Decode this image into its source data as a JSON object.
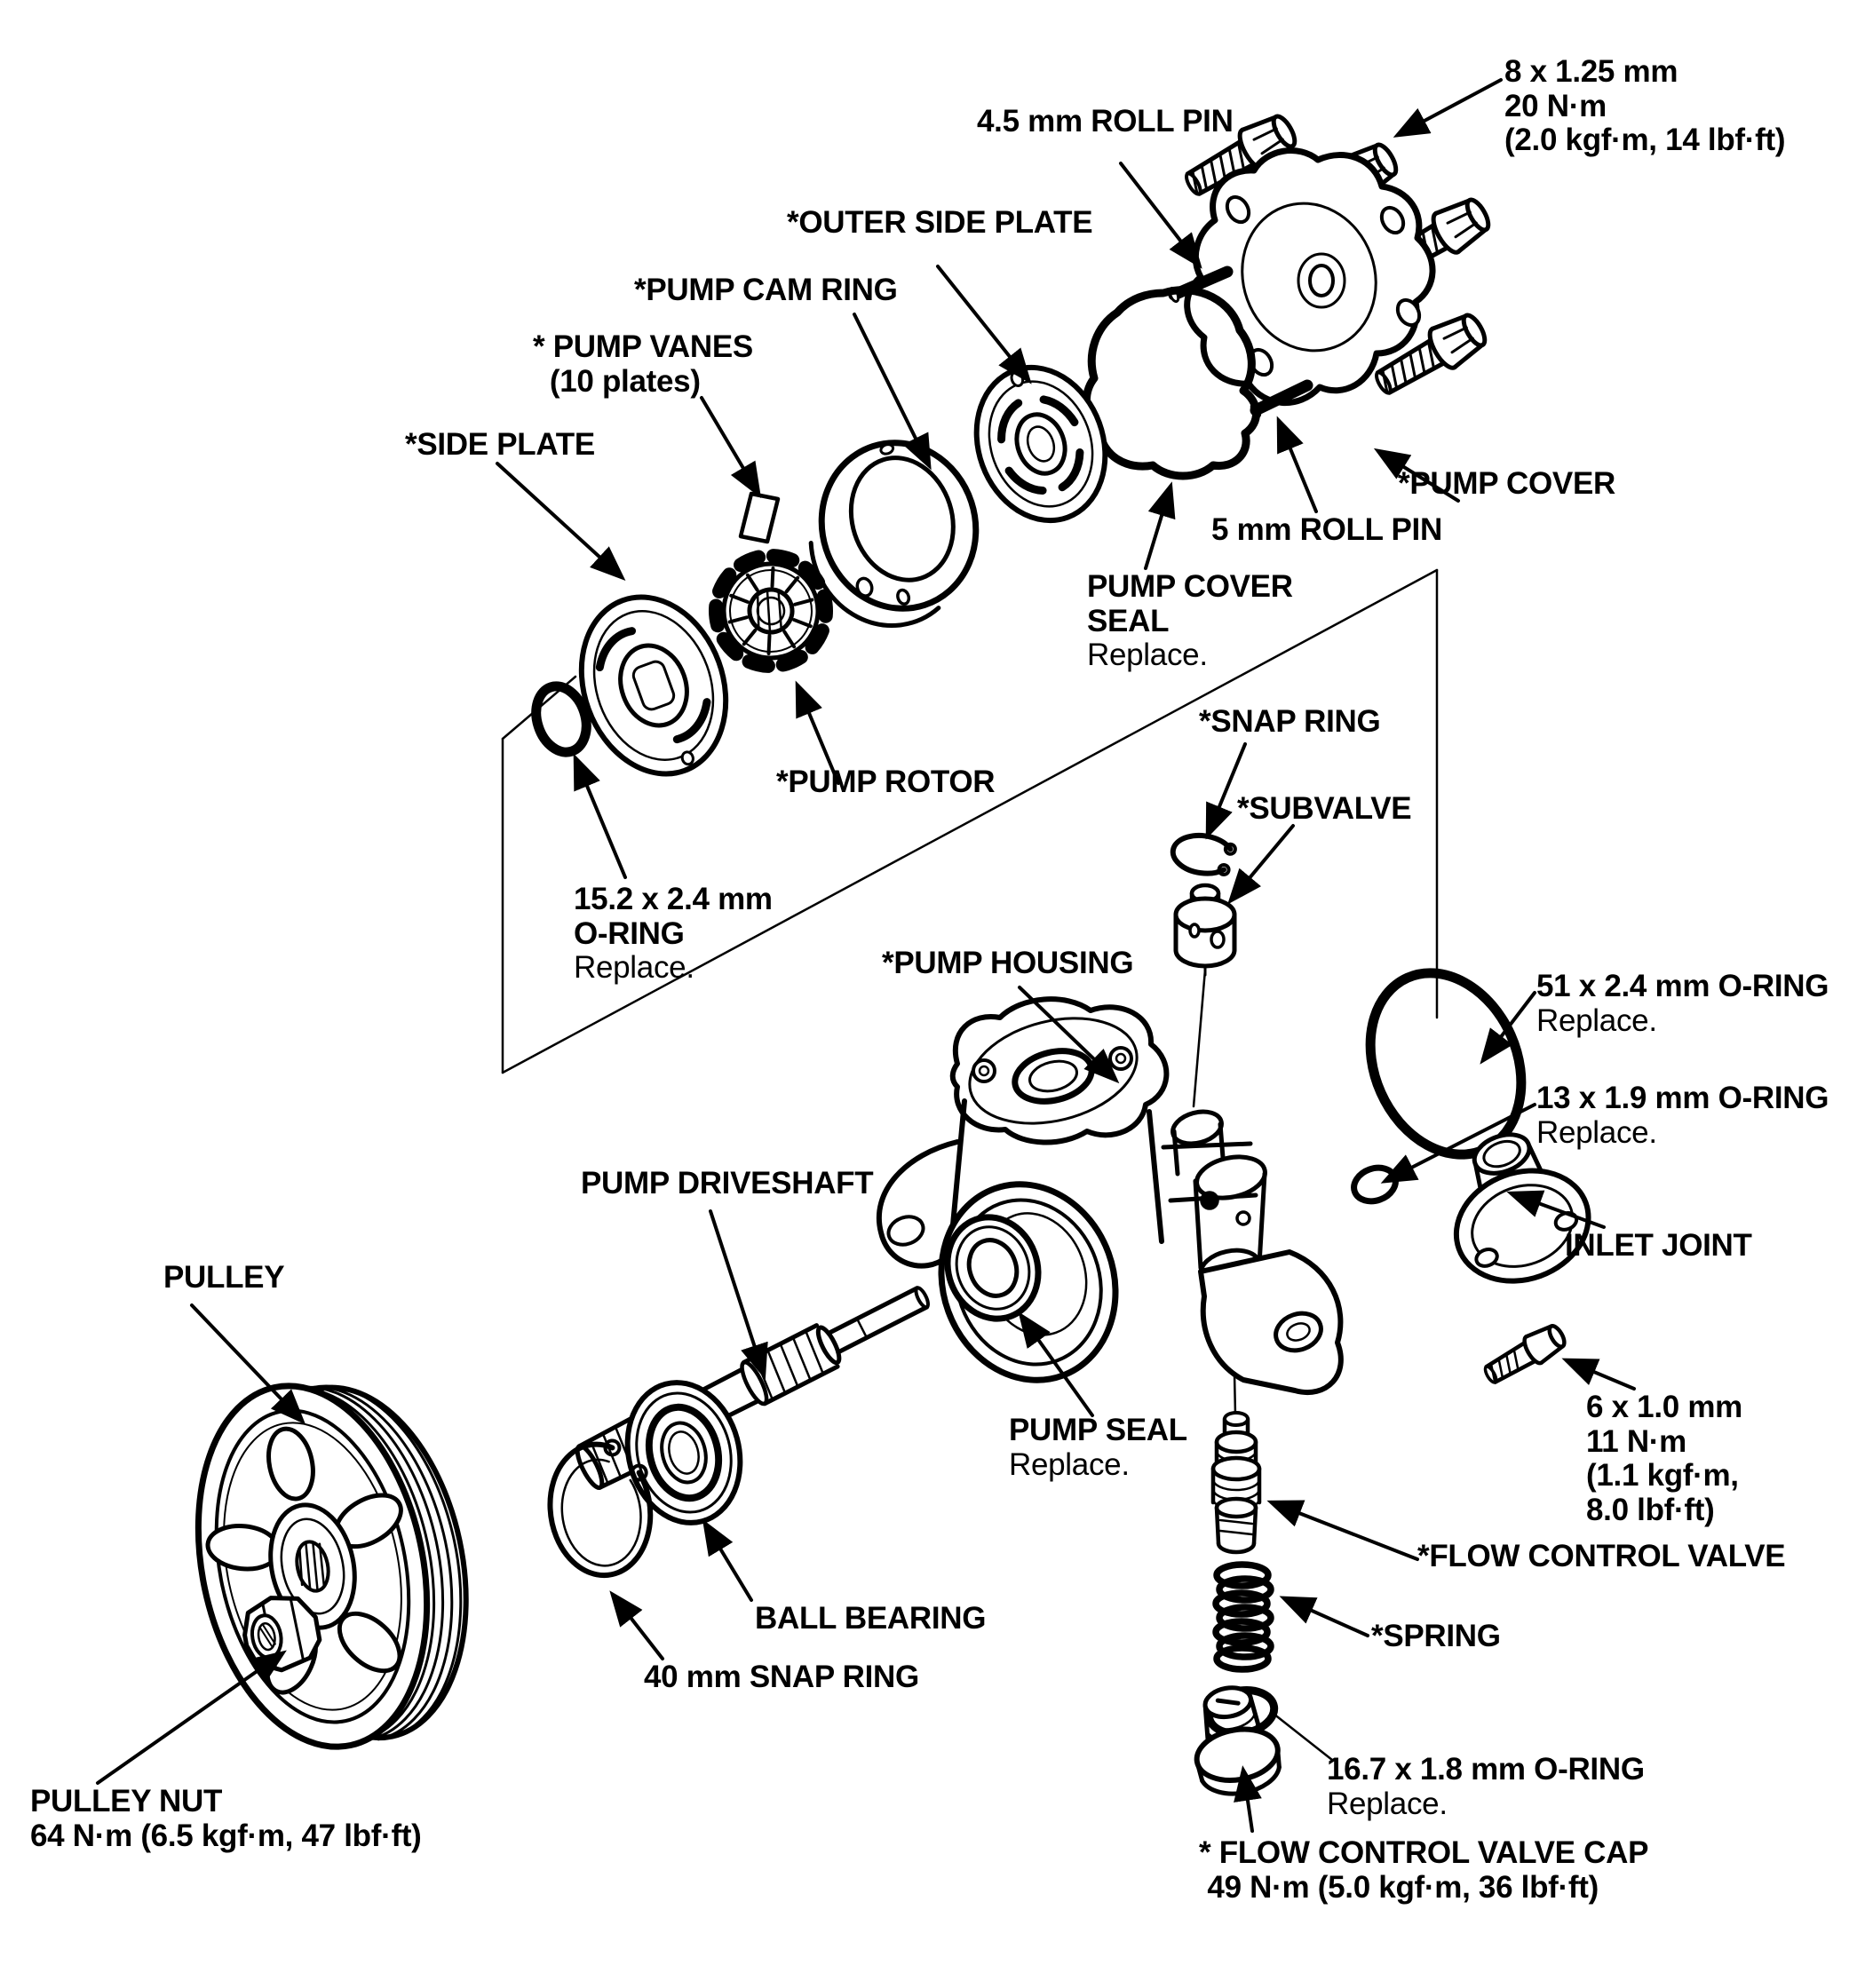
{
  "colors": {
    "ink": "#000000",
    "paper": "#ffffff"
  },
  "labels": {
    "roll_pin_45": {
      "text": "4.5 mm ROLL PIN"
    },
    "bolt_8mm": {
      "text": "8 x 1.25 mm\n20 N·m\n(2.0 kgf·m, 14 lbf·ft)"
    },
    "outer_side_plate": {
      "text": "*OUTER SIDE PLATE"
    },
    "pump_cam_ring": {
      "text": "*PUMP CAM RING"
    },
    "pump_vanes": {
      "text": "* PUMP VANES\n  (10 plates)"
    },
    "side_plate": {
      "text": "*SIDE PLATE"
    },
    "pump_cover": {
      "text": "*PUMP COVER"
    },
    "roll_pin_5": {
      "text": "5 mm ROLL PIN"
    },
    "pump_cover_seal": {
      "title": "PUMP COVER\nSEAL",
      "note": "Replace."
    },
    "snap_ring": {
      "text": "*SNAP RING"
    },
    "subvalve": {
      "text": "*SUBVALVE"
    },
    "pump_rotor": {
      "text": "*PUMP ROTOR"
    },
    "oring_15": {
      "title": "15.2 x 2.4 mm\nO-RING",
      "note": "Replace."
    },
    "pump_housing": {
      "text": "*PUMP HOUSING"
    },
    "oring_51": {
      "title": "51 x 2.4 mm O-RING",
      "note": "Replace."
    },
    "oring_13": {
      "title": "13 x 1.9 mm O-RING",
      "note": "Replace."
    },
    "pump_driveshaft": {
      "text": "PUMP DRIVESHAFT"
    },
    "inlet_joint": {
      "text": "INLET JOINT"
    },
    "pulley": {
      "text": "PULLEY"
    },
    "pump_seal": {
      "title": "PUMP SEAL",
      "note": "Replace."
    },
    "bolt_6mm": {
      "text": "6 x 1.0 mm\n11 N·m\n(1.1 kgf·m,\n8.0 lbf·ft)"
    },
    "flow_control_valve": {
      "text": "*FLOW CONTROL VALVE"
    },
    "spring": {
      "text": "*SPRING"
    },
    "ball_bearing": {
      "text": "BALL BEARING"
    },
    "snap_ring_40": {
      "text": "40 mm SNAP RING"
    },
    "pulley_nut": {
      "text": "PULLEY NUT\n64 N·m (6.5 kgf·m, 47 lbf·ft)"
    },
    "oring_167": {
      "title": "16.7 x 1.8 mm O-RING",
      "note": "Replace."
    },
    "fcv_cap": {
      "text": "* FLOW CONTROL VALVE CAP\n 49 N·m (5.0 kgf·m, 36 lbf·ft)"
    }
  }
}
